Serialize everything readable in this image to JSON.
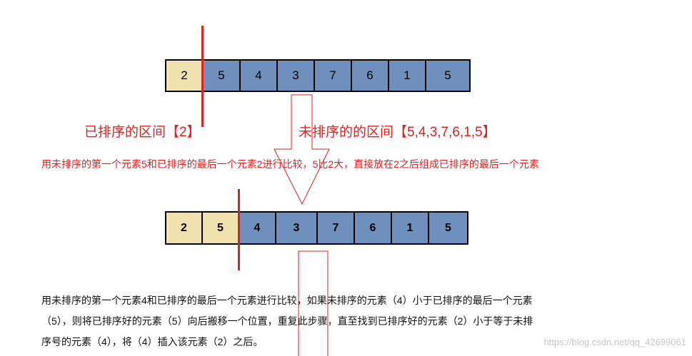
{
  "step1": {
    "cells": [
      "2",
      "5",
      "4",
      "3",
      "7",
      "6",
      "1",
      "5"
    ],
    "sorted_count": 1,
    "sorted_label": "已排序的区间【2】",
    "unsorted_label": "未排序的的区间【5,4,3,7,6,1,5】",
    "explanation": "用未排序的第一个元素5和已排序的最后一个元素2进行比较，5比2大，直接放在2之后组成已排序的最后一个元素"
  },
  "step2": {
    "cells": [
      "2",
      "5",
      "4",
      "3",
      "7",
      "6",
      "1",
      "5"
    ],
    "sorted_count": 2,
    "explanation_lines": [
      "用未排序的第一个元素4和已排序的最后一个元素进行比较，如果未排序的元素（4）小于已排序的最后一个元素",
      "（5），则将已排序好的元素（5）向后搬移一个位置，重复此步骤，直至找到已排序好的元素（2）小于等于未排",
      "序号的元素（4），将（4）插入该元素（2）之后。"
    ]
  },
  "watermark": "https://blog.csdn.net/qq_42699061",
  "colors": {
    "sorted": "#f0e1ae",
    "unsorted": "#6f8fbd",
    "divider": "#e02020"
  }
}
